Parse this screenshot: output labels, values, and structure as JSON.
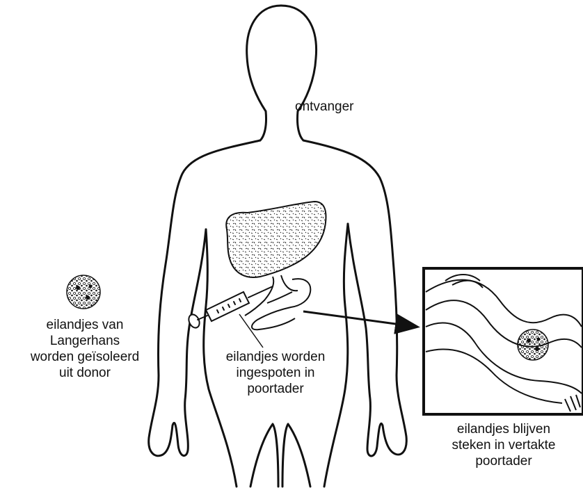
{
  "labels": {
    "recipient": "ontvanger",
    "donor_lines": [
      "eilandjes van",
      "Langerhans",
      "worden geïsoleerd",
      "uit donor"
    ],
    "injection_lines": [
      "eilandjes worden",
      "ingespoten in",
      "poortader"
    ],
    "result_lines": [
      "eilandjes blijven",
      "steken in vertakte",
      "poortader"
    ]
  },
  "colors": {
    "ink": "#111111",
    "background": "#ffffff"
  },
  "icons": [
    "human-body-outline",
    "liver",
    "portal-vein",
    "syringe",
    "islet-cluster",
    "magnifier-inset"
  ]
}
